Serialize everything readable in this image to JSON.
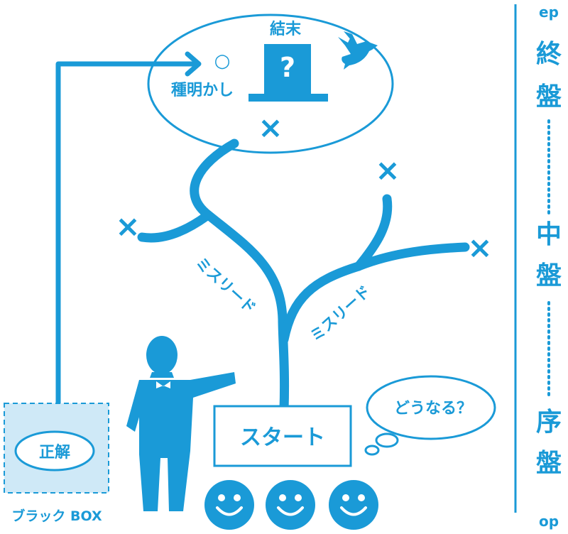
{
  "colors": {
    "primary": "#1a9ad7",
    "light_fill": "#cfe9f7",
    "background": "#ffffff"
  },
  "ending": {
    "title": "結末",
    "mystery_mark": "?",
    "reveal_label": "種明かし",
    "correct_mark": "○"
  },
  "branches": {
    "left_label": "ミスリード",
    "right_label": "ミスリード",
    "dead_end_mark": "×"
  },
  "start": {
    "label": "スタート"
  },
  "thought_bubble": {
    "text": "どうなる？"
  },
  "black_box": {
    "answer_label": "正解",
    "caption": "ブラック BOX"
  },
  "timeline": {
    "top_label": "ep",
    "bottom_label": "op",
    "stages": [
      {
        "chars": [
          "終",
          "盤"
        ]
      },
      {
        "chars": [
          "中",
          "盤"
        ]
      },
      {
        "chars": [
          "序",
          "盤"
        ]
      }
    ]
  },
  "icons": [
    "question-box-icon",
    "dove-icon",
    "presenter-icon",
    "smiley-face-icon",
    "cross-mark-icon",
    "circle-mark-icon"
  ]
}
